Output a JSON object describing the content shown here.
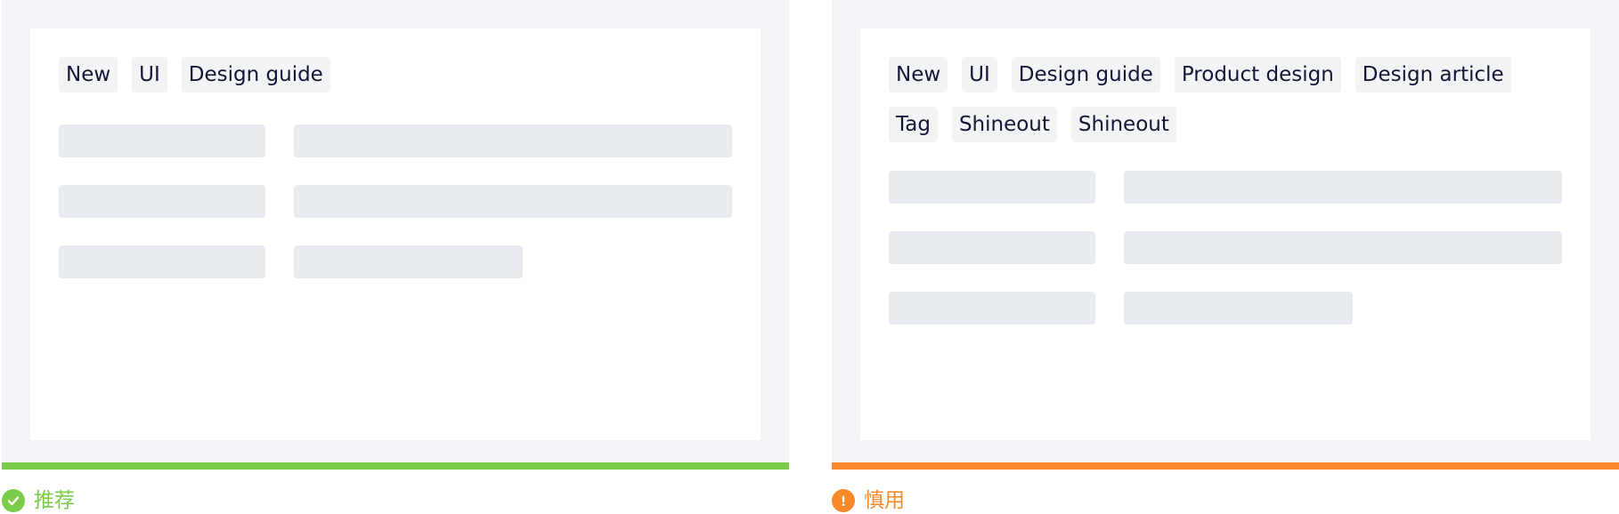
{
  "colors": {
    "recommend": "#7acc49",
    "caution": "#f8892b"
  },
  "left": {
    "tags": [
      "New",
      "UI",
      "Design guide"
    ],
    "status_label": "推荐",
    "status_icon": "check-circle-icon"
  },
  "right": {
    "tags": [
      "New",
      "UI",
      "Design guide",
      "Product design",
      "Design article",
      "Tag",
      "Shineout",
      "Shineout"
    ],
    "status_label": "慎用",
    "status_icon": "exclamation-circle-icon"
  }
}
